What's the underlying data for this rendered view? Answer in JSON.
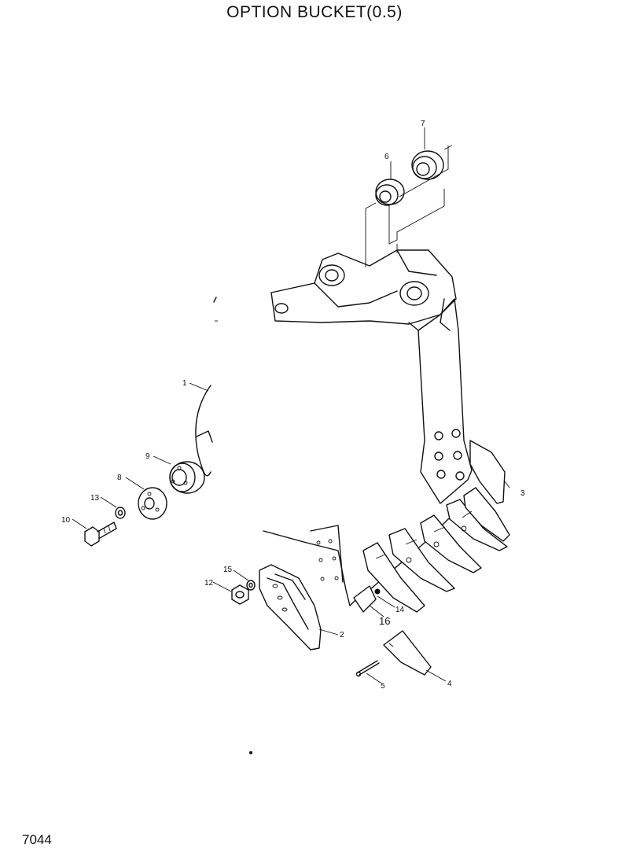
{
  "title": "OPTION BUCKET(0.5)",
  "page_number": "7044",
  "callouts": [
    {
      "id": "c1",
      "label": "1"
    },
    {
      "id": "c2",
      "label": "2"
    },
    {
      "id": "c3",
      "label": "3"
    },
    {
      "id": "c4",
      "label": "4"
    },
    {
      "id": "c5",
      "label": "5"
    },
    {
      "id": "c6",
      "label": "6"
    },
    {
      "id": "c7",
      "label": "7"
    },
    {
      "id": "c8",
      "label": "8"
    },
    {
      "id": "c9",
      "label": "9"
    },
    {
      "id": "c10",
      "label": "10"
    },
    {
      "id": "c12",
      "label": "12"
    },
    {
      "id": "c13",
      "label": "13"
    },
    {
      "id": "c14",
      "label": "14"
    },
    {
      "id": "c15",
      "label": "15"
    },
    {
      "id": "c16",
      "label": "16"
    }
  ]
}
